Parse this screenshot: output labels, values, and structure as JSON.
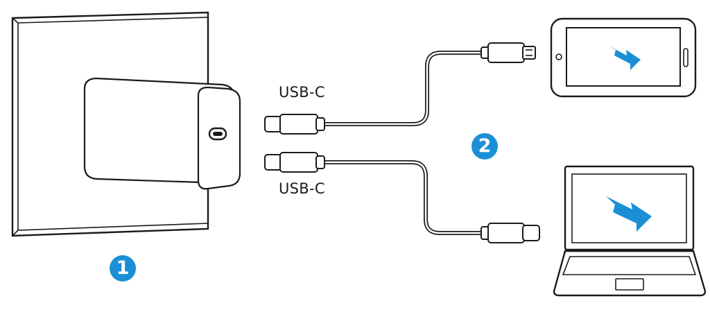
{
  "labels": {
    "cable_top": "USB-C",
    "cable_bottom": "USB-C"
  },
  "steps": [
    {
      "number": "1"
    },
    {
      "number": "2"
    }
  ],
  "icons": {
    "wall": "wall-panel-icon",
    "charger": "wall-charger-icon",
    "charger_port": "usb-c-port-icon",
    "cable_plug": "usb-c-plug-icon",
    "device_plug": "lightning-plug-icon",
    "phone": "phone-icon",
    "laptop": "laptop-icon",
    "bolt": "charging-bolt-icon"
  },
  "colors": {
    "accent": "#1b8fd6",
    "line": "#1a1a1a",
    "background": "#ffffff"
  }
}
